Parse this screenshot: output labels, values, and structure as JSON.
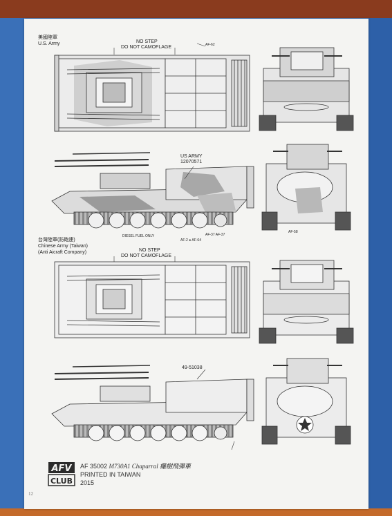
{
  "scheme1": {
    "label_native": "美國陸軍",
    "label": "U.S. Army",
    "no_step": "NO STEP",
    "no_camo": "DO NOT CAMOFLAGE",
    "ref_top": "AF-62",
    "us_army": "US ARMY",
    "serial": "12070571",
    "diesel": "DIESEL FUEL ONLY",
    "ref_bottom_a": "AF-2 ● AF-64",
    "ref_bottom_b": "AF-37 AF-37",
    "ref_rear": "AF-58"
  },
  "scheme2": {
    "label_native": "台灣陸軍(防砲連)",
    "label": "Chinese Army (Taiwan)",
    "label_sub": "(Anti Aicraft Company)",
    "no_step": "NO STEP",
    "no_camo": "DO NOT CAMOFLAGE",
    "serial": "49-51038"
  },
  "footer": {
    "brand_top": "AFV",
    "brand_bottom": "CLUB",
    "product": "AF 35002",
    "model": "M730A1 Chaparral 欉樹飛彈車",
    "printed": "PRINTED IN TAIWAN",
    "year": "2015",
    "page": "12"
  },
  "colors": {
    "background": "#2f66b0",
    "paper": "#f4f4f2",
    "ink": "#333333",
    "camo_dark": "#8a8a8a",
    "camo_light": "#c9c9c9"
  }
}
